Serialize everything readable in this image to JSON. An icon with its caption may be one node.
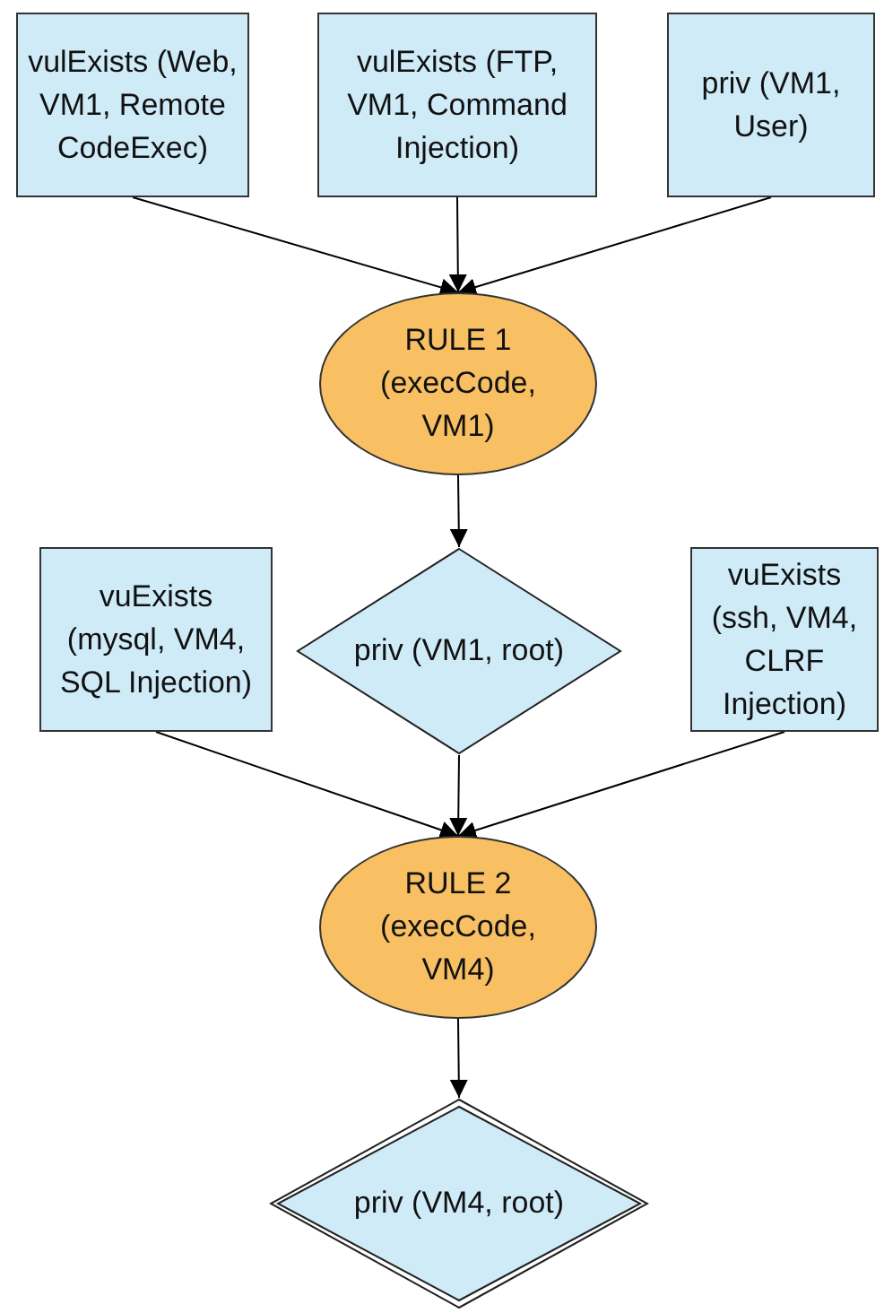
{
  "diagram": {
    "nodes": [
      {
        "text": [
          "vulExists (Web, VM1, Remote CodeExec)"
        ]
      },
      {
        "text": [
          "vulExists (FTP, VM1, Command Injection)"
        ]
      },
      {
        "text": [
          "priv (VM1, User)"
        ]
      },
      {
        "text": [
          "RULE 1 (execCode, VM1)"
        ]
      },
      {
        "text": [
          "vuExists (mysql, VM4, SQL Injection)"
        ]
      },
      {
        "text": [
          "priv (VM1, root)"
        ]
      },
      {
        "text": [
          "vuExists (ssh, VM4, CLRF Injection)"
        ]
      },
      {
        "text": [
          "RULE 2 (execCode, VM4)"
        ]
      },
      {
        "text": [
          "priv (VM4, root)"
        ]
      }
    ],
    "edges": [
      {
        "from": 0,
        "to": 3,
        "arrow": "to"
      },
      {
        "from": 1,
        "to": 3,
        "arrow": "to"
      },
      {
        "from": 2,
        "to": 3,
        "arrow": "to"
      },
      {
        "from": 3,
        "to": 5,
        "arrow": "to"
      },
      {
        "from": 4,
        "to": 7,
        "arrow": "to"
      },
      {
        "from": 5,
        "to": 7,
        "arrow": "to"
      },
      {
        "from": 6,
        "to": 7,
        "arrow": "to"
      },
      {
        "from": 7,
        "to": 8,
        "arrow": "to"
      }
    ]
  }
}
